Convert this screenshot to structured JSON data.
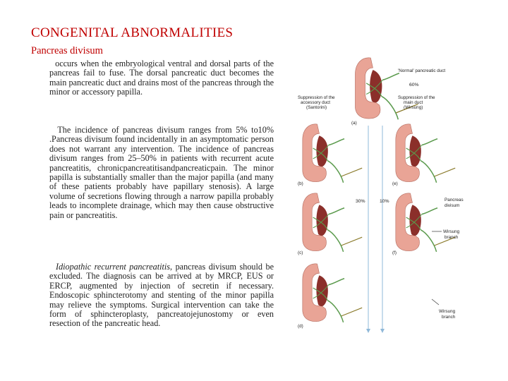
{
  "slide": {
    "title": "CONGENITAL ABNORMALITIES",
    "subtitle": "Pancreas divisum"
  },
  "paragraphs": {
    "p1": "occurs when the embryological ventral and dorsal parts of the pancreas fail to fuse. The dorsal pancreatic duct becomes the main pancreatic duct and drains most of the pancreas through the minor or accessory papilla.",
    "p2": "The incidence of pancreas divisum ranges from 5% to10% .Pancreas divisum found incidentally in an asymptomatic person does not warrant any intervention. The incidence of pancreas divisum ranges from 25–50% in patients with recurrent acute pancreatitis, chronicpancreatitisandpancreaticpain. The minor papilla is substantially smaller than the major papilla (and many of these patients probably have papillary stenosis). A large volume of secretions flowing through a narrow papilla probably leads to incomplete drainage, which may then cause obstructive pain or pancreatitis.",
    "p3_italic": "Idiopathic recurrent pancreatitis",
    "p3_rest": ", pancreas divisum should be excluded. The diagnosis can be arrived at by MRCP, EUS or ERCP, augmented by injection of secretin if necessary. Endoscopic sphincterotomy and stenting of the minor papilla may relieve the symptoms. Surgical intervention can take the form of sphincteroplasty, pancreatojejunostomy or even resection of the pancreatic head."
  },
  "figure": {
    "normal_label": "'Normal' pancreatic duct",
    "normal_pct": "60%",
    "left_heading_1": "Suppression of the",
    "left_heading_2": "accessory duct",
    "left_heading_3": "(Santorini)",
    "right_heading_1": "Suppression of the",
    "right_heading_2": "main duct",
    "right_heading_3": "(Wirsung)",
    "left_pct": "30%",
    "right_pct": "10%",
    "pd_label_1": "Pancreas",
    "pd_label_2": "divisum",
    "wirsung_branch_1_a": "Wirsung",
    "wirsung_branch_1_b": "branch",
    "wirsung_branch_2_a": "Wirsung",
    "wirsung_branch_2_b": "branch",
    "panel_a": "(a)",
    "panel_b": "(b)",
    "panel_c": "(c)",
    "panel_d": "(d)",
    "panel_e": "(e)",
    "panel_f": "(f)",
    "colors": {
      "duodenum": "#e9a496",
      "duct": "#5a9a4c",
      "pancreas": "#8b2f2a",
      "arrow": "#8fb8d8"
    }
  }
}
